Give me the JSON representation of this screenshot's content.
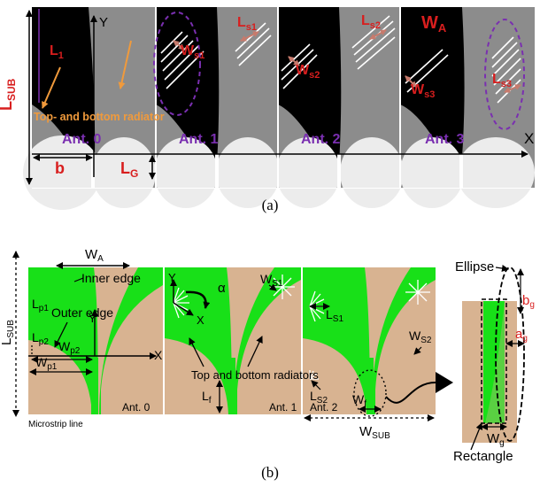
{
  "colors": {
    "black": "#000000",
    "gray": "#8c8c8c",
    "light": "#ececec",
    "red": "#d81e1e",
    "purple": "#7a2fb0",
    "orange": "#f09a3c",
    "tan": "#d8b391",
    "green": "#18e018",
    "marker": "#c77a6c"
  },
  "panel_a": {
    "caption": "(a)",
    "axis": {
      "y": "Y",
      "x": "X"
    },
    "labels": {
      "lsub": "L",
      "lsub_sub": "SUB",
      "l1": "L",
      "l1_sub": "1",
      "radiator": "Top- and bottom radiator",
      "b": "b",
      "lg": "L",
      "lg_sub": "G",
      "ws1": "W",
      "ws1_sub": "s1",
      "ls1": "L",
      "ls1_sub": "s1",
      "ws2": "W",
      "ws2_sub": "s2",
      "ls2": "L",
      "ls2_sub": "s2",
      "wa": "W",
      "wa_sub": "A",
      "ws3": "W",
      "ws3_sub": "s3",
      "ls3": "L",
      "ls3_sub": "s3"
    },
    "antennas": [
      "Ant. 0",
      "Ant. 1",
      "Ant. 2",
      "Ant. 3"
    ]
  },
  "panel_b": {
    "caption": "(b)",
    "labels": {
      "wa": "W",
      "wa_sub": "A",
      "lsub": "L",
      "lsub_sub": "SUB",
      "inner_edge": "Inner edge",
      "lp1": "L",
      "lp1_sub": "p1",
      "outer_edge": "Outer edge",
      "y1": "Y",
      "lp2": "L",
      "lp2_sub": "p2",
      "wp2": "W",
      "wp2_sub": "p2",
      "wp1": "W",
      "wp1_sub": "p1",
      "x1": "X",
      "microstrip": "Microstrip line",
      "ant0": "Ant. 0",
      "y2": "Y",
      "alpha": "α",
      "x2": "X",
      "ws1": "W",
      "ws1_sub": "S1",
      "top_bottom": "Top and bottom radiators",
      "lf": "L",
      "lf_sub": "f",
      "ant1": "Ant. 1",
      "ls1": "L",
      "ls1_sub": "S1",
      "ls2": "L",
      "ls2_sub": "S2",
      "ws2": "W",
      "ws2_sub": "S2",
      "wf": "W",
      "wf_sub": "f",
      "ant2": "Ant. 2",
      "wsub": "W",
      "wsub_sub": "SUB",
      "ellipse": "Ellipse",
      "bg": "b",
      "bg_sub": "g",
      "ag": "a",
      "ag_sub": "g",
      "wg": "W",
      "wg_sub": "g",
      "rectangle": "Rectangle"
    }
  }
}
